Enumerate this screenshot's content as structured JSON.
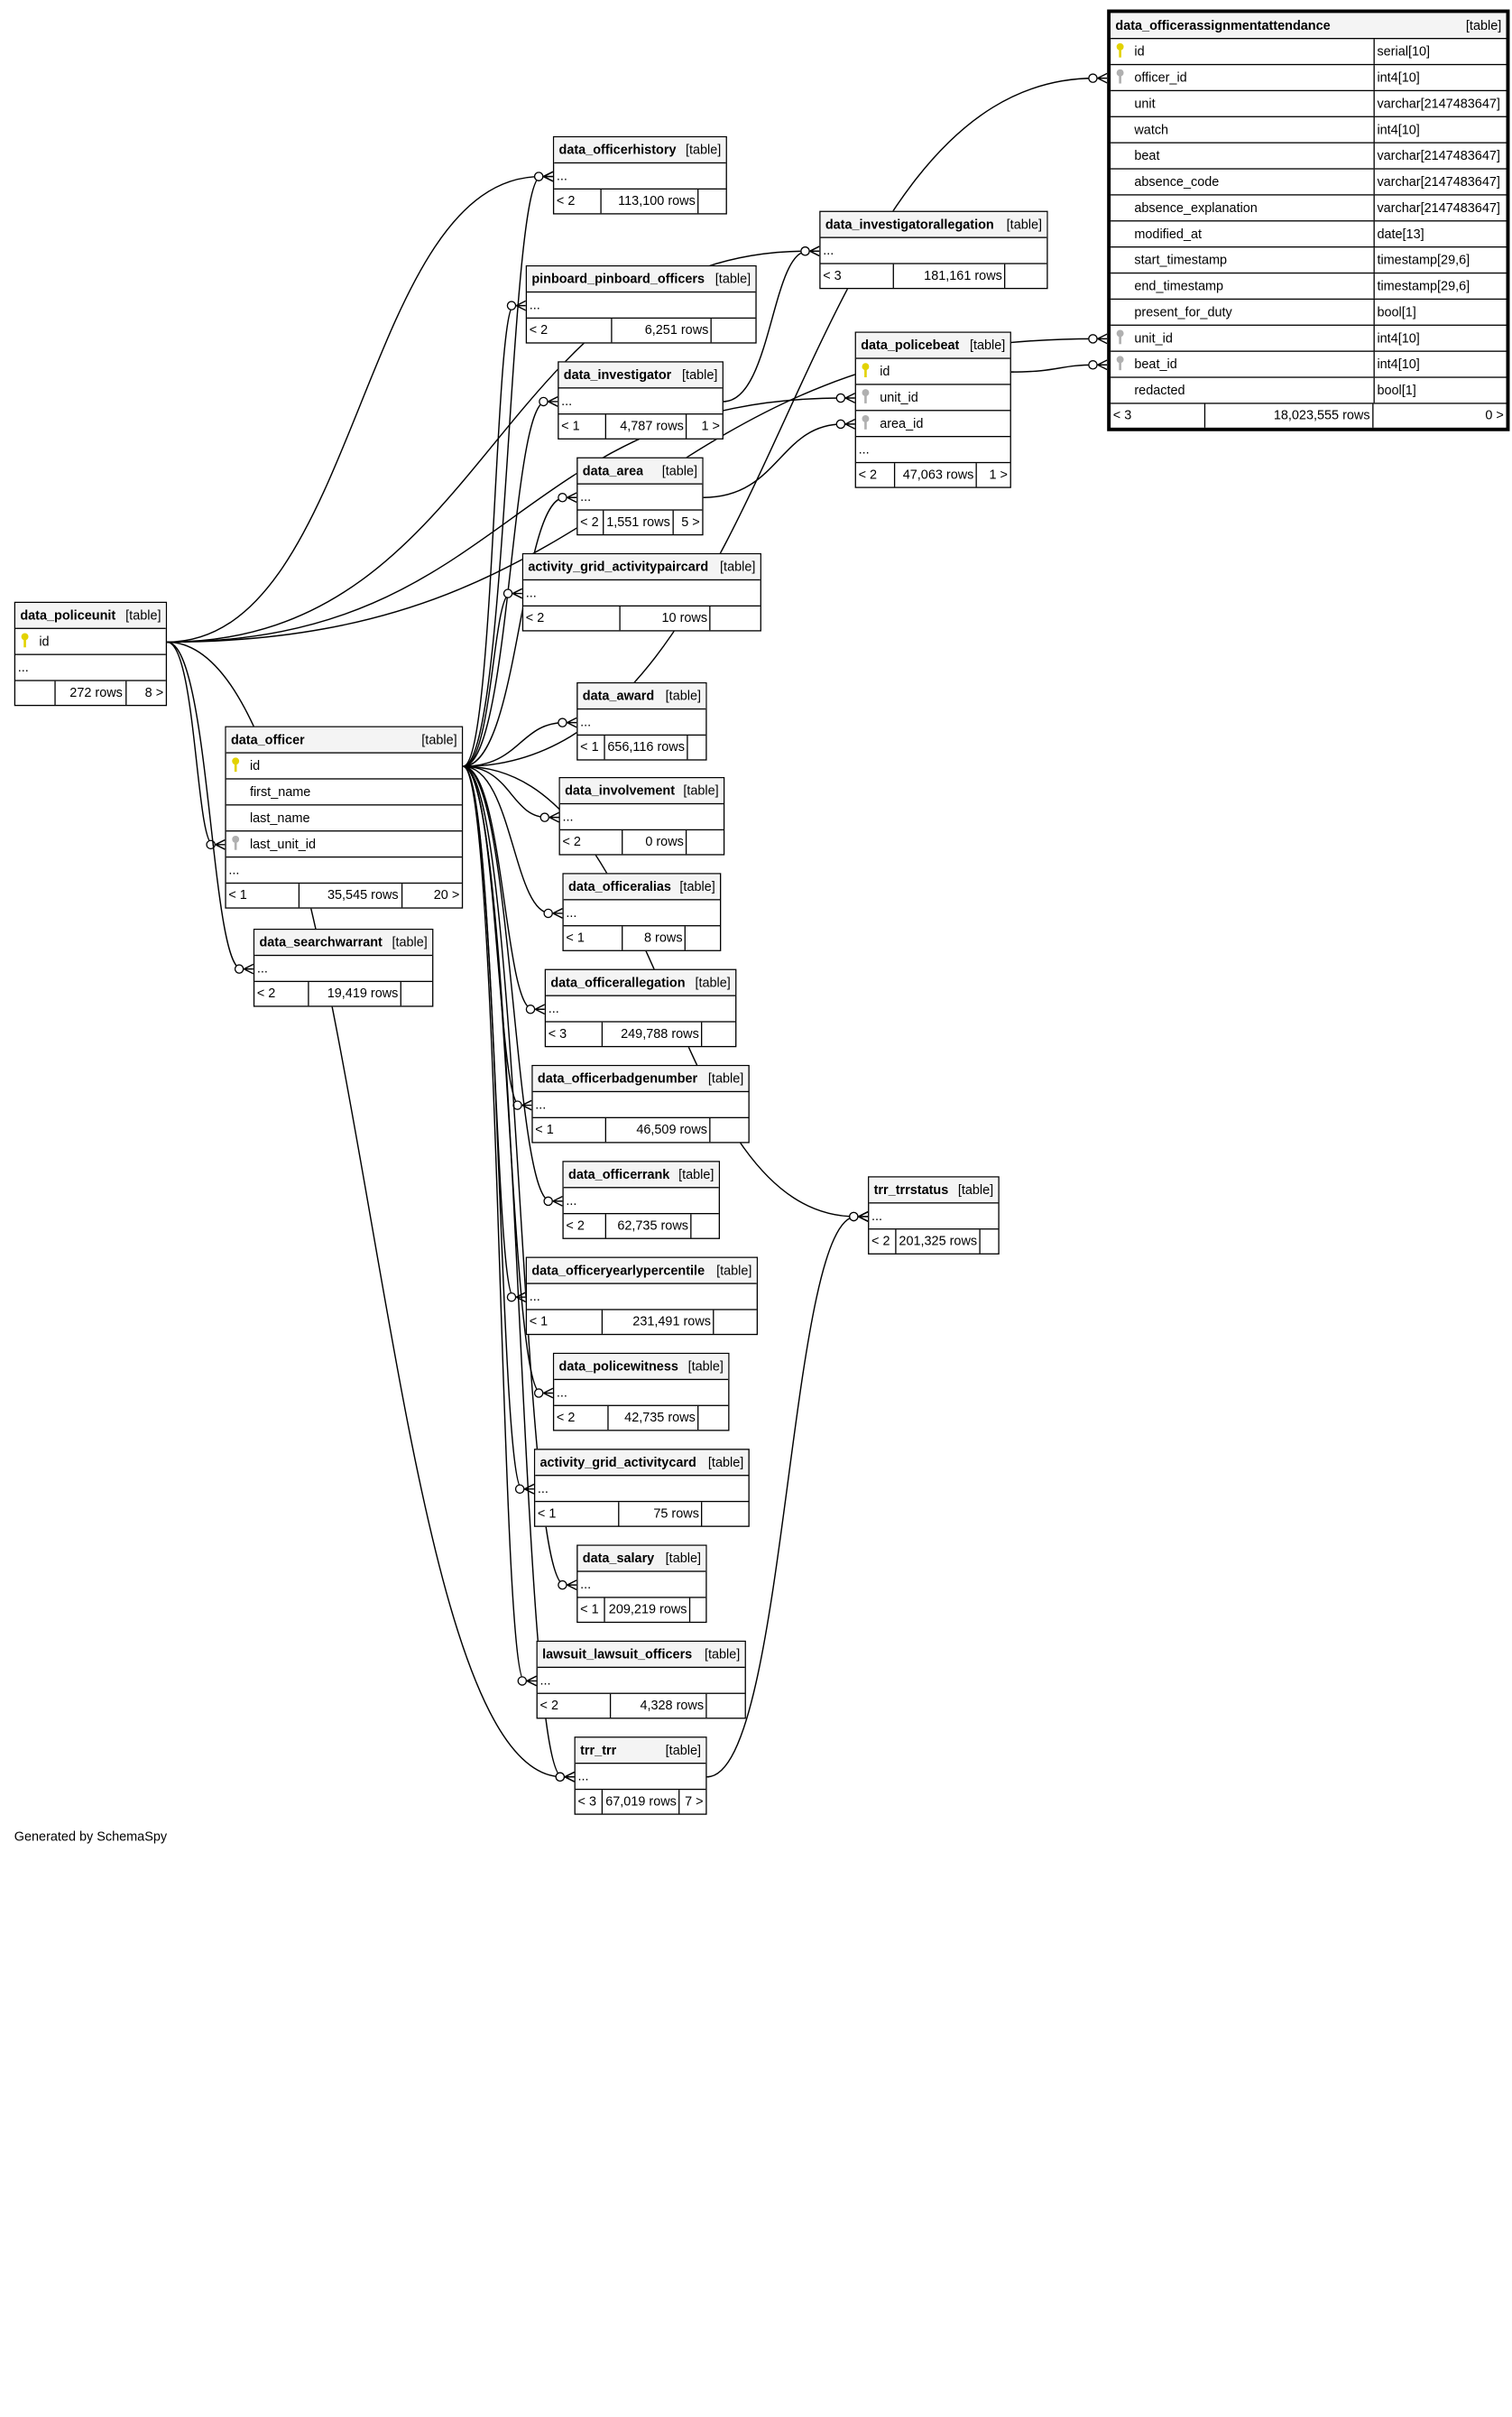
{
  "footer_note": "Generated by SchemaSpy",
  "focus_table": "data_officerassignmentattendance",
  "tables": [
    {
      "name": "data_officerassignmentattendance",
      "type": "[table]",
      "focus": true,
      "columns": [
        {
          "name": "id",
          "key": "pk",
          "type": "serial[10]"
        },
        {
          "name": "officer_id",
          "key": "fk",
          "type": "int4[10]"
        },
        {
          "name": "unit",
          "key": "",
          "type": "varchar[2147483647]"
        },
        {
          "name": "watch",
          "key": "",
          "type": "int4[10]"
        },
        {
          "name": "beat",
          "key": "",
          "type": "varchar[2147483647]"
        },
        {
          "name": "absence_code",
          "key": "",
          "type": "varchar[2147483647]"
        },
        {
          "name": "absence_explanation",
          "key": "",
          "type": "varchar[2147483647]"
        },
        {
          "name": "modified_at",
          "key": "",
          "type": "date[13]"
        },
        {
          "name": "start_timestamp",
          "key": "",
          "type": "timestamp[29,6]"
        },
        {
          "name": "end_timestamp",
          "key": "",
          "type": "timestamp[29,6]"
        },
        {
          "name": "present_for_duty",
          "key": "",
          "type": "bool[1]"
        },
        {
          "name": "unit_id",
          "key": "fk",
          "type": "int4[10]"
        },
        {
          "name": "beat_id",
          "key": "fk",
          "type": "int4[10]"
        },
        {
          "name": "redacted",
          "key": "",
          "type": "bool[1]"
        }
      ],
      "parents": "< 3",
      "rows": "18,023,555 rows",
      "children": "0 >"
    },
    {
      "name": "data_officerhistory",
      "type": "[table]",
      "columns": [
        {
          "name": "...",
          "key": "more"
        }
      ],
      "parents": "< 2",
      "rows": "113,100 rows",
      "children": ""
    },
    {
      "name": "data_investigatorallegation",
      "type": "[table]",
      "columns": [
        {
          "name": "...",
          "key": "more"
        }
      ],
      "parents": "< 3",
      "rows": "181,161 rows",
      "children": ""
    },
    {
      "name": "pinboard_pinboard_officers",
      "type": "[table]",
      "columns": [
        {
          "name": "...",
          "key": "more"
        }
      ],
      "parents": "< 2",
      "rows": "6,251 rows",
      "children": ""
    },
    {
      "name": "data_policebeat",
      "type": "[table]",
      "columns": [
        {
          "name": "id",
          "key": "pk"
        },
        {
          "name": "unit_id",
          "key": "fk"
        },
        {
          "name": "area_id",
          "key": "fk"
        },
        {
          "name": "...",
          "key": "more"
        }
      ],
      "parents": "< 2",
      "rows": "47,063 rows",
      "children": "1 >"
    },
    {
      "name": "data_investigator",
      "type": "[table]",
      "columns": [
        {
          "name": "...",
          "key": "more"
        }
      ],
      "parents": "< 1",
      "rows": "4,787 rows",
      "children": "1 >"
    },
    {
      "name": "data_area",
      "type": "[table]",
      "columns": [
        {
          "name": "...",
          "key": "more"
        }
      ],
      "parents": "< 2",
      "rows": "1,551 rows",
      "children": "5 >"
    },
    {
      "name": "activity_grid_activitypaircard",
      "type": "[table]",
      "columns": [
        {
          "name": "...",
          "key": "more"
        }
      ],
      "parents": "< 2",
      "rows": "10 rows",
      "children": ""
    },
    {
      "name": "data_policeunit",
      "type": "[table]",
      "columns": [
        {
          "name": "id",
          "key": "pk"
        },
        {
          "name": "...",
          "key": "more"
        }
      ],
      "parents": "",
      "rows": "272 rows",
      "children": "8 >"
    },
    {
      "name": "data_officer",
      "type": "[table]",
      "columns": [
        {
          "name": "id",
          "key": "pk"
        },
        {
          "name": "first_name",
          "key": ""
        },
        {
          "name": "last_name",
          "key": ""
        },
        {
          "name": "last_unit_id",
          "key": "fk"
        },
        {
          "name": "...",
          "key": "more"
        }
      ],
      "parents": "< 1",
      "rows": "35,545 rows",
      "children": "20 >"
    },
    {
      "name": "data_award",
      "type": "[table]",
      "columns": [
        {
          "name": "...",
          "key": "more"
        }
      ],
      "parents": "< 1",
      "rows": "656,116 rows",
      "children": ""
    },
    {
      "name": "data_involvement",
      "type": "[table]",
      "columns": [
        {
          "name": "...",
          "key": "more"
        }
      ],
      "parents": "< 2",
      "rows": "0 rows",
      "children": ""
    },
    {
      "name": "data_officeralias",
      "type": "[table]",
      "columns": [
        {
          "name": "...",
          "key": "more"
        }
      ],
      "parents": "< 1",
      "rows": "8 rows",
      "children": ""
    },
    {
      "name": "data_searchwarrant",
      "type": "[table]",
      "columns": [
        {
          "name": "...",
          "key": "more"
        }
      ],
      "parents": "< 2",
      "rows": "19,419 rows",
      "children": ""
    },
    {
      "name": "data_officerallegation",
      "type": "[table]",
      "columns": [
        {
          "name": "...",
          "key": "more"
        }
      ],
      "parents": "< 3",
      "rows": "249,788 rows",
      "children": ""
    },
    {
      "name": "data_officerbadgenumber",
      "type": "[table]",
      "columns": [
        {
          "name": "...",
          "key": "more"
        }
      ],
      "parents": "< 1",
      "rows": "46,509 rows",
      "children": ""
    },
    {
      "name": "data_officerrank",
      "type": "[table]",
      "columns": [
        {
          "name": "...",
          "key": "more"
        }
      ],
      "parents": "< 2",
      "rows": "62,735 rows",
      "children": ""
    },
    {
      "name": "trr_trrstatus",
      "type": "[table]",
      "columns": [
        {
          "name": "...",
          "key": "more"
        }
      ],
      "parents": "< 2",
      "rows": "201,325 rows",
      "children": ""
    },
    {
      "name": "data_officeryearlypercentile",
      "type": "[table]",
      "columns": [
        {
          "name": "...",
          "key": "more"
        }
      ],
      "parents": "< 1",
      "rows": "231,491 rows",
      "children": ""
    },
    {
      "name": "data_policewitness",
      "type": "[table]",
      "columns": [
        {
          "name": "...",
          "key": "more"
        }
      ],
      "parents": "< 2",
      "rows": "42,735 rows",
      "children": ""
    },
    {
      "name": "activity_grid_activitycard",
      "type": "[table]",
      "columns": [
        {
          "name": "...",
          "key": "more"
        }
      ],
      "parents": "< 1",
      "rows": "75 rows",
      "children": ""
    },
    {
      "name": "data_salary",
      "type": "[table]",
      "columns": [
        {
          "name": "...",
          "key": "more"
        }
      ],
      "parents": "< 1",
      "rows": "209,219 rows",
      "children": ""
    },
    {
      "name": "lawsuit_lawsuit_officers",
      "type": "[table]",
      "columns": [
        {
          "name": "...",
          "key": "more"
        }
      ],
      "parents": "< 2",
      "rows": "4,328 rows",
      "children": ""
    },
    {
      "name": "trr_trr",
      "type": "[table]",
      "columns": [
        {
          "name": "...",
          "key": "more"
        }
      ],
      "parents": "< 3",
      "rows": "67,019 rows",
      "children": "7 >"
    }
  ],
  "relationships": [
    {
      "from": "data_officer",
      "to": "data_officerassignmentattendance",
      "to_column": "officer_id"
    },
    {
      "from": "data_policeunit",
      "to": "data_officerassignmentattendance",
      "to_column": "unit_id"
    },
    {
      "from": "data_policebeat",
      "to": "data_officerassignmentattendance",
      "to_column": "beat_id"
    },
    {
      "from": "data_policeunit",
      "to": "data_policebeat",
      "to_column": "unit_id"
    },
    {
      "from": "data_area",
      "to": "data_policebeat",
      "to_column": "area_id"
    },
    {
      "from": "data_policeunit",
      "to": "data_officer",
      "to_column": "last_unit_id"
    },
    {
      "from": "data_policeunit",
      "to": "data_officerhistory"
    },
    {
      "from": "data_policeunit",
      "to": "data_investigatorallegation"
    },
    {
      "from": "data_policeunit",
      "to": "data_searchwarrant"
    },
    {
      "from": "data_policeunit",
      "to": "trr_trr"
    },
    {
      "from": "data_investigator",
      "to": "data_investigatorallegation"
    },
    {
      "from": "data_officer",
      "to": "data_officerhistory"
    },
    {
      "from": "data_officer",
      "to": "pinboard_pinboard_officers"
    },
    {
      "from": "data_officer",
      "to": "data_investigator"
    },
    {
      "from": "data_officer",
      "to": "data_area"
    },
    {
      "from": "data_officer",
      "to": "activity_grid_activitypaircard"
    },
    {
      "from": "data_officer",
      "to": "data_award"
    },
    {
      "from": "data_officer",
      "to": "data_involvement"
    },
    {
      "from": "data_officer",
      "to": "data_officeralias"
    },
    {
      "from": "data_officer",
      "to": "data_officerallegation"
    },
    {
      "from": "data_officer",
      "to": "data_officerbadgenumber"
    },
    {
      "from": "data_officer",
      "to": "data_officerrank"
    },
    {
      "from": "data_officer",
      "to": "data_officeryearlypercentile"
    },
    {
      "from": "data_officer",
      "to": "data_policewitness"
    },
    {
      "from": "data_officer",
      "to": "activity_grid_activitycard"
    },
    {
      "from": "data_officer",
      "to": "data_salary"
    },
    {
      "from": "data_officer",
      "to": "lawsuit_lawsuit_officers"
    },
    {
      "from": "data_officer",
      "to": "trr_trr"
    },
    {
      "from": "data_officer",
      "to": "trr_trrstatus"
    },
    {
      "from": "trr_trr",
      "to": "trr_trrstatus"
    }
  ]
}
